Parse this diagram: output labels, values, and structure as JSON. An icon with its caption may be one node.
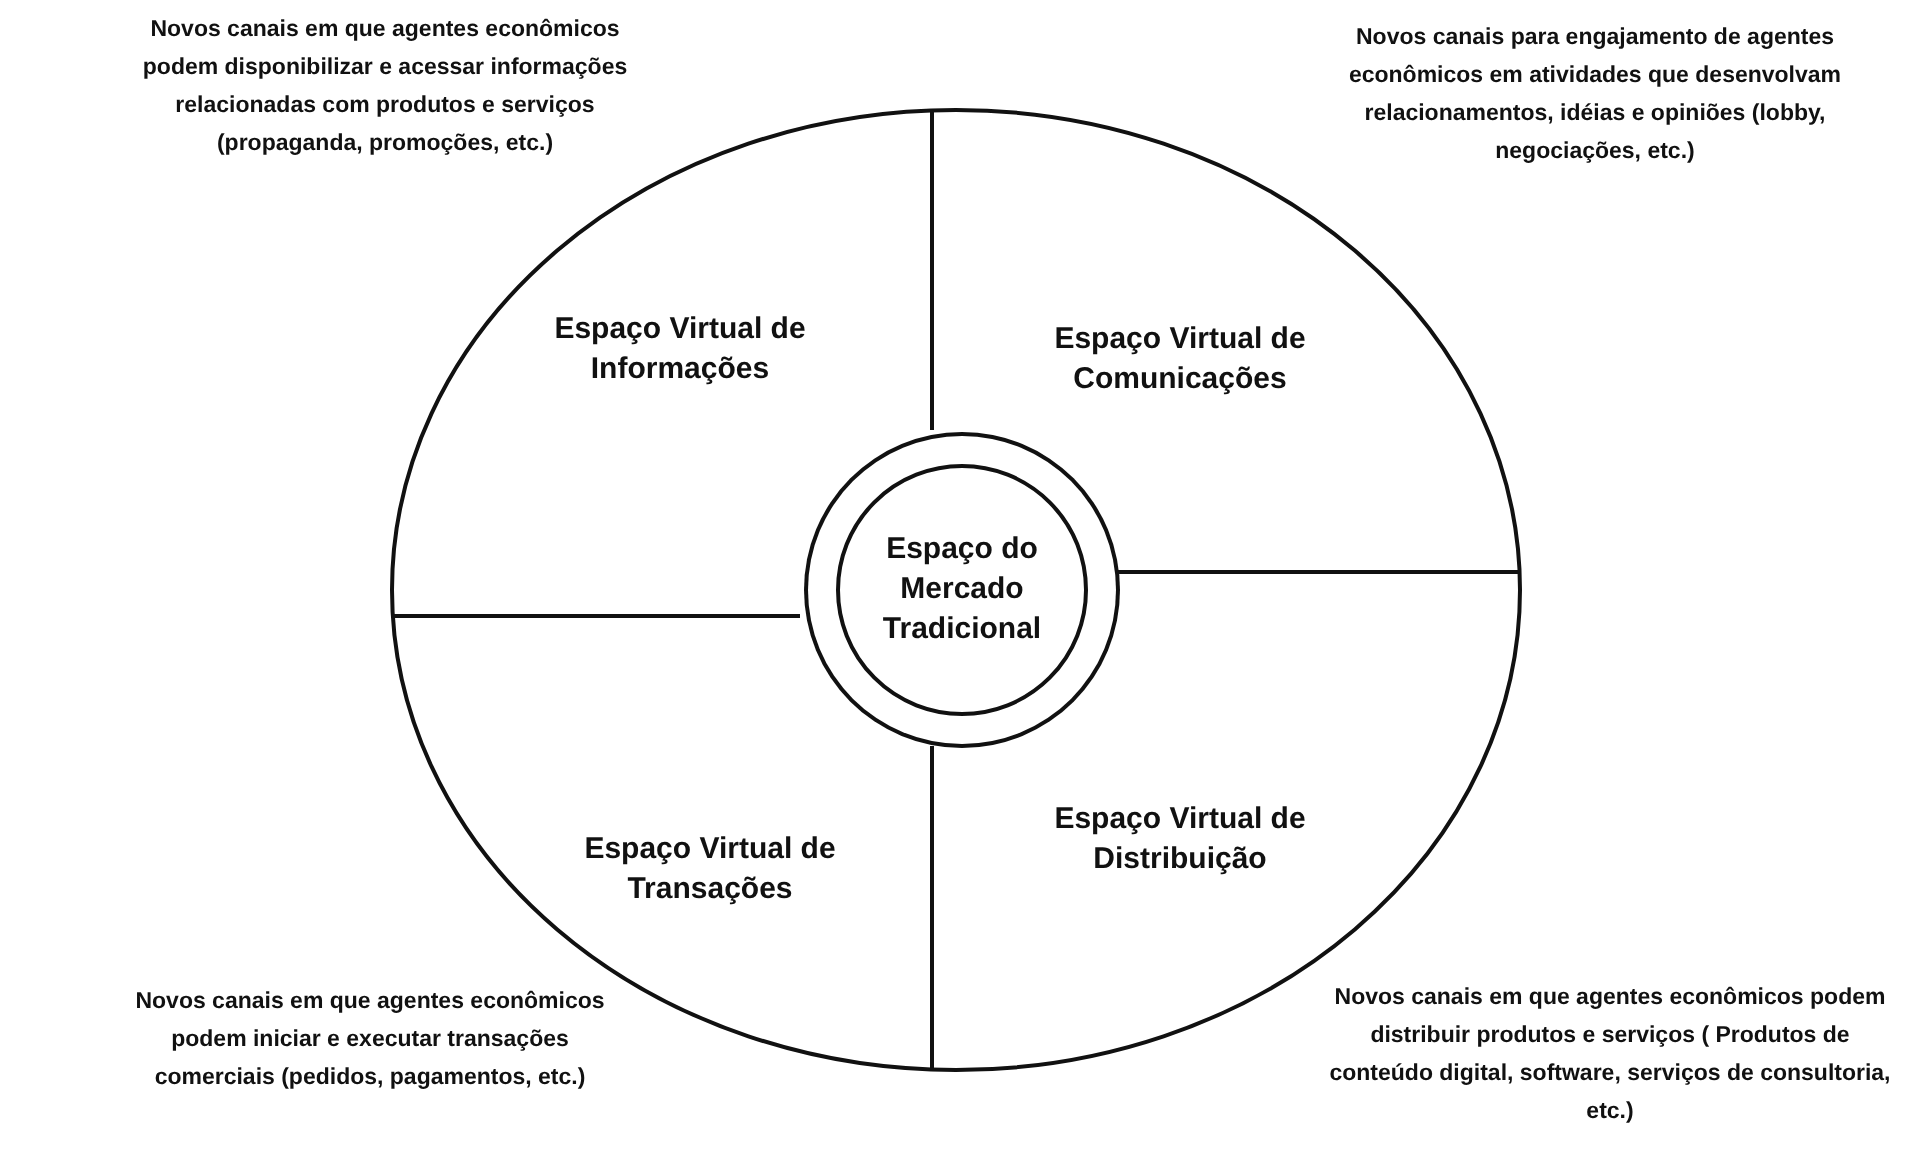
{
  "diagram": {
    "nodes": [
      {
        "text": [
          "Espaço do Mercado Tradicional"
        ]
      },
      {
        "text": [
          "Espaço Virtual de Informações"
        ]
      },
      {
        "text": [
          "Espaço Virtual de Comunicações"
        ]
      },
      {
        "text": [
          "Espaço Virtual de Transações"
        ]
      },
      {
        "text": [
          "Espaço Virtual de Distribuição"
        ]
      }
    ],
    "edges": [],
    "labels": [
      "Novos canais em que agentes econômicos podem disponibilizar e acessar informações relacionadas com produtos e serviços (propaganda, promoções, etc.)",
      "Novos canais para engajamento de agentes econômicos em atividades que desenvolvam relacionamentos, idéias e opiniões (lobby, negociações, etc.)",
      "Novos canais em que agentes econômicos podem iniciar e executar transações comerciais (pedidos, pagamentos, etc.)",
      "Novos canais em que agentes econômicos podem distribuir produtos e serviços ( Produtos de conteúdo digital, software, serviços de consultoria, etc.)"
    ]
  }
}
